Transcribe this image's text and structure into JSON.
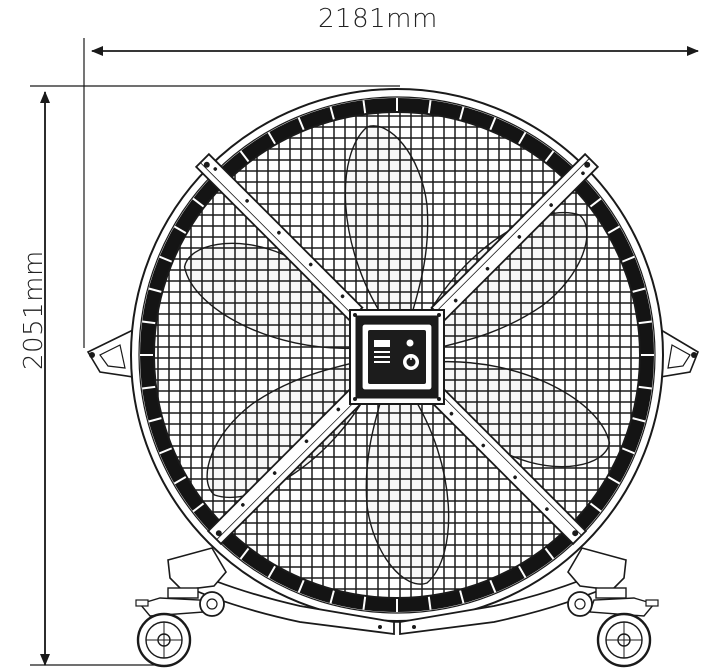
{
  "dimensions": {
    "width_label": "2181mm",
    "height_label": "2051mm"
  },
  "fan": {
    "blade_count": 6,
    "guard_grid": true
  },
  "colors": {
    "line": "#1a1a1a",
    "frame_fill": "#ffffff",
    "blade_fill": "#f7f7f7",
    "panel_fill": "#1c1c1c"
  }
}
